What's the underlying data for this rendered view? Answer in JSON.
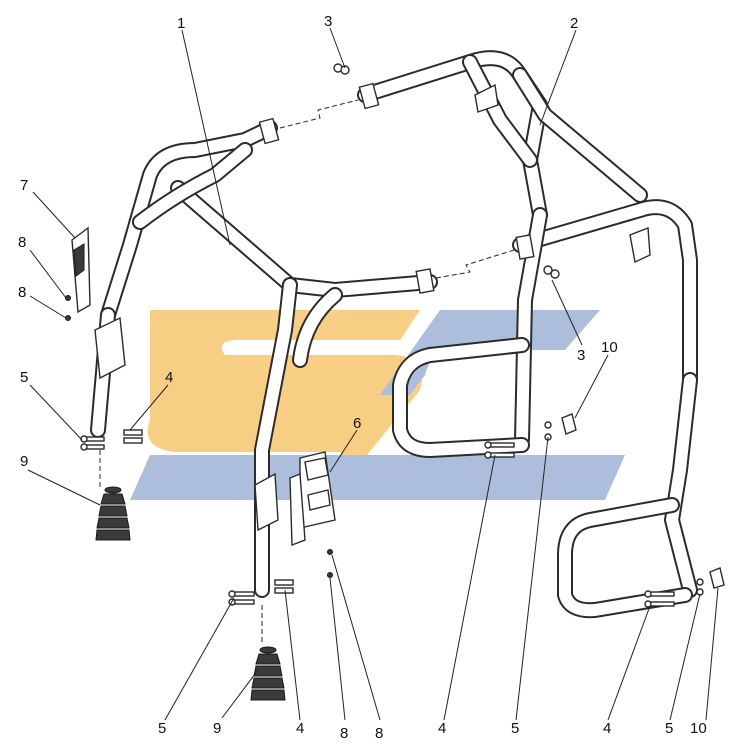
{
  "colors": {
    "logo_orange": "#f6c66f",
    "logo_blue": "#9fb3d6",
    "line": "#2b2b2b"
  },
  "callouts": [
    {
      "id": "c1",
      "label": "1"
    },
    {
      "id": "c2",
      "label": "2"
    },
    {
      "id": "c3a",
      "label": "3"
    },
    {
      "id": "c3b",
      "label": "3"
    },
    {
      "id": "c7",
      "label": "7"
    },
    {
      "id": "c8a",
      "label": "8"
    },
    {
      "id": "c8b",
      "label": "8"
    },
    {
      "id": "c5a",
      "label": "5"
    },
    {
      "id": "c4a",
      "label": "4"
    },
    {
      "id": "c9a",
      "label": "9"
    },
    {
      "id": "c6",
      "label": "6"
    },
    {
      "id": "c10a",
      "label": "10"
    },
    {
      "id": "c5b",
      "label": "5"
    },
    {
      "id": "c9b",
      "label": "9"
    },
    {
      "id": "c4b",
      "label": "4"
    },
    {
      "id": "c8c",
      "label": "8"
    },
    {
      "id": "c8d",
      "label": "8"
    },
    {
      "id": "c4c",
      "label": "4"
    },
    {
      "id": "c5c",
      "label": "5"
    },
    {
      "id": "c4d",
      "label": "4"
    },
    {
      "id": "c5d",
      "label": "5"
    },
    {
      "id": "c10b",
      "label": "10"
    }
  ]
}
